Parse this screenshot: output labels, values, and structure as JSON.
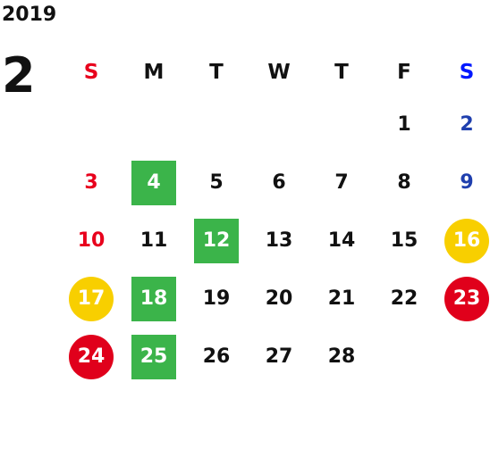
{
  "calendar": {
    "year": "2019",
    "month": "2",
    "weekdays": [
      "S",
      "M",
      "T",
      "W",
      "T",
      "F",
      "S"
    ]
  },
  "colors": {
    "sunday": "#e8001c",
    "saturday": "#1f3fae",
    "saturday_header": "#0018ff",
    "default": "#111111",
    "green": "#3bb44a",
    "yellow": "#f8cf00",
    "red": "#e0001b"
  },
  "weeks": [
    [
      "",
      "",
      "",
      "",
      "",
      "1",
      "2"
    ],
    [
      "3",
      "4",
      "5",
      "6",
      "7",
      "8",
      "9"
    ],
    [
      "10",
      "11",
      "12",
      "13",
      "14",
      "15",
      "16"
    ],
    [
      "17",
      "18",
      "19",
      "20",
      "21",
      "22",
      "23"
    ],
    [
      "24",
      "25",
      "26",
      "27",
      "28",
      "",
      ""
    ]
  ],
  "highlights": {
    "green_square": [
      "4",
      "12",
      "18",
      "25"
    ],
    "yellow_circle": [
      "16",
      "17"
    ],
    "red_circle": [
      "23",
      "24"
    ]
  }
}
